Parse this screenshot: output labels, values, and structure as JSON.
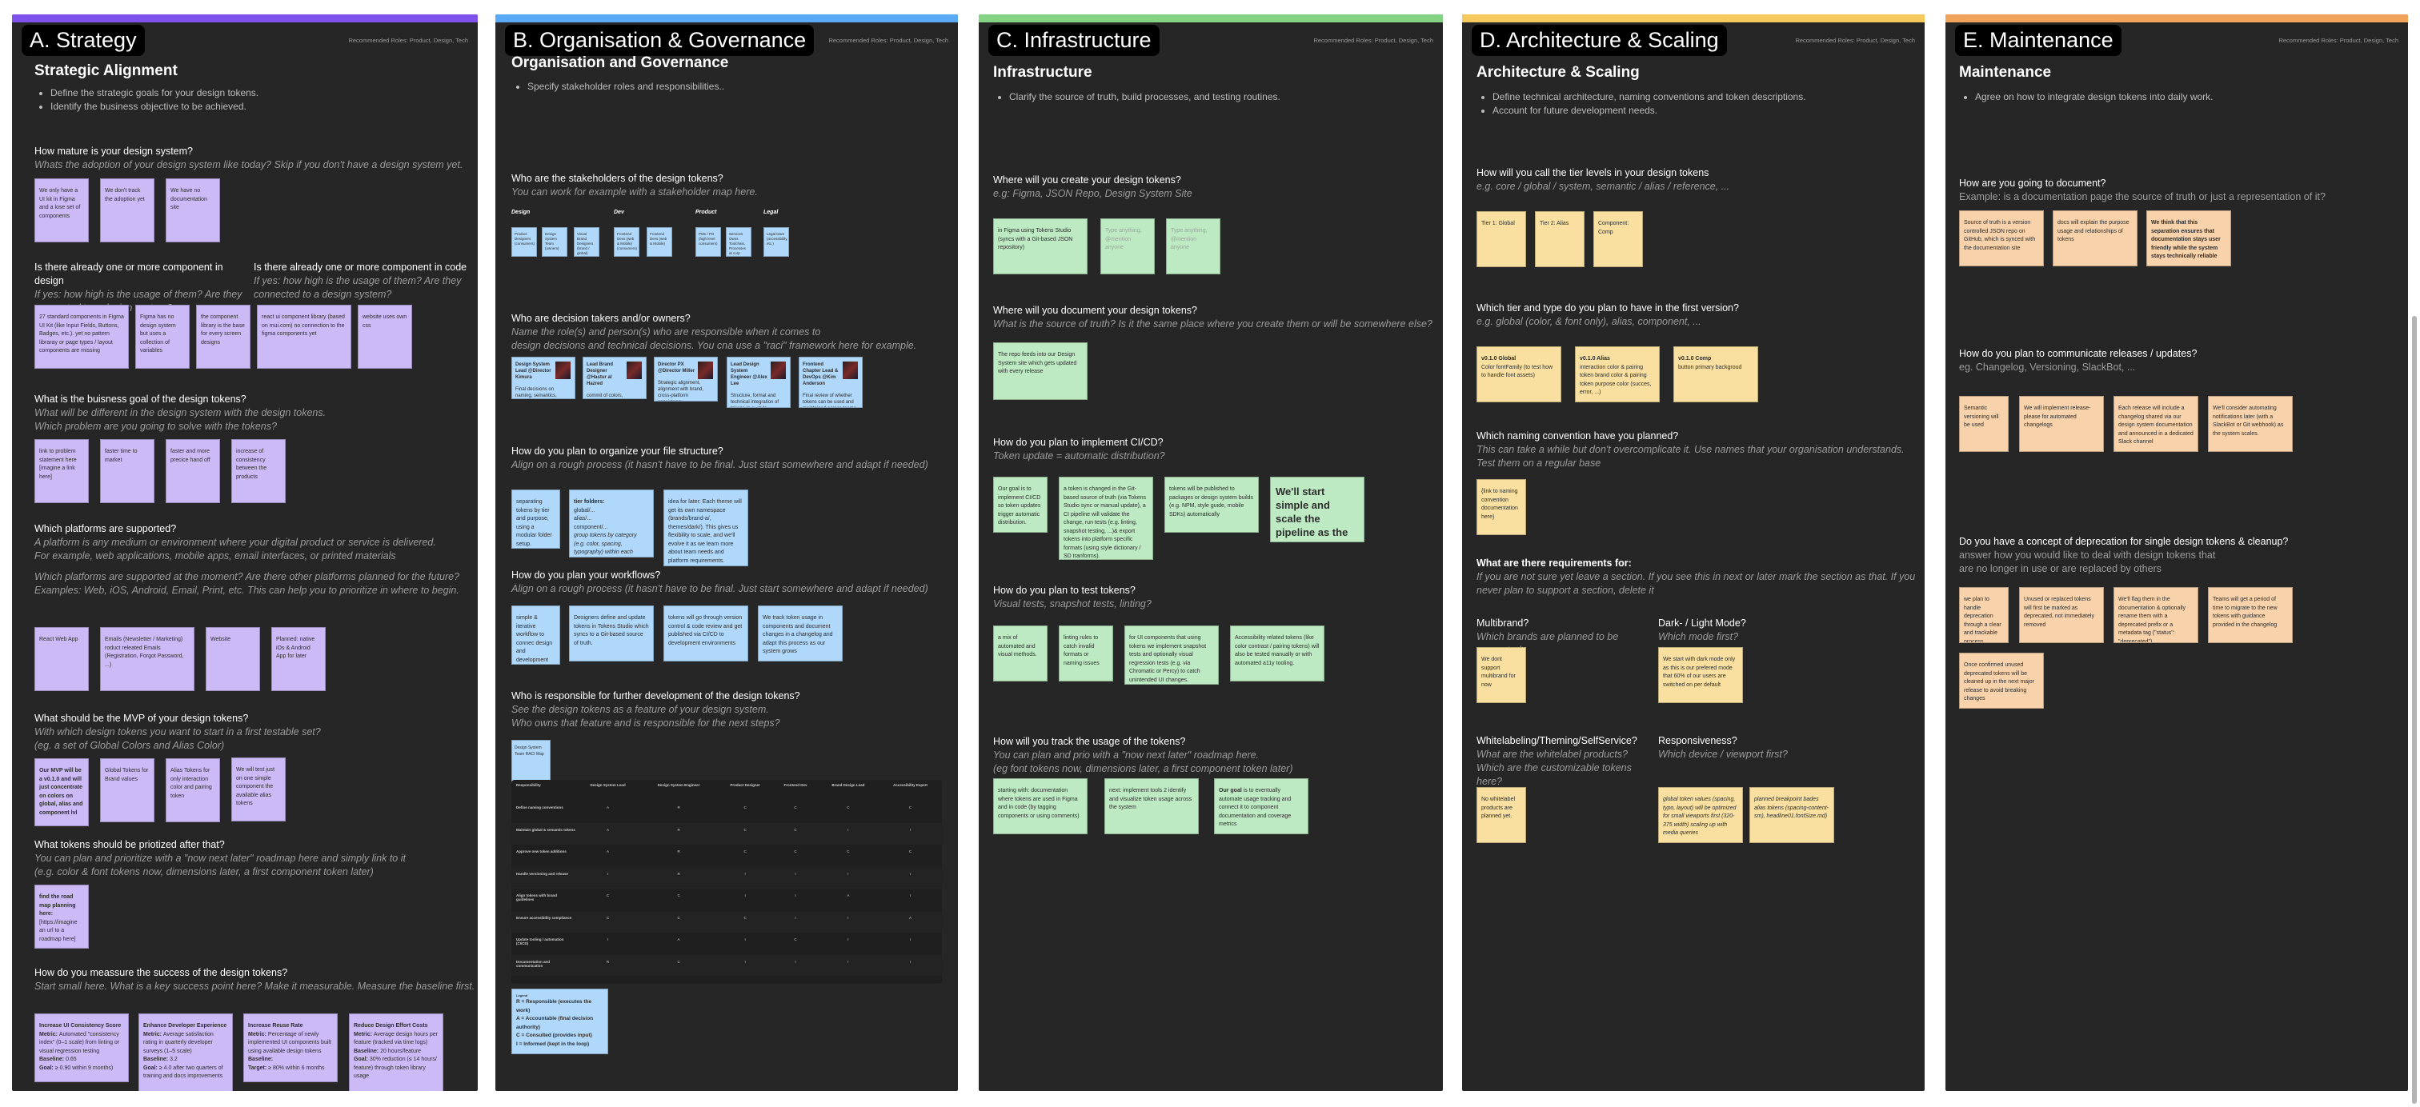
{
  "roles_label": "Recommended Roles: Product, Design, Tech",
  "colors": {
    "strategy": "#8052ec",
    "governance": "#5aaaf5",
    "infrastructure": "#84d384",
    "architecture": "#f5c95c",
    "maintenance": "#f2a35b",
    "column_bg": "#262626",
    "sticky_purple": "#ccbaf7",
    "sticky_blue": "#b0d8fb",
    "sticky_green": "#bdeac2",
    "sticky_yellow": "#f9e0a0",
    "sticky_orange": "#f7d2ab"
  },
  "strategy": {
    "tag": "A. Strategy",
    "title": "Strategic Alignment",
    "bullets": [
      "Define the strategic goals for your design tokens.",
      "Identify the business objective to be achieved."
    ],
    "q1": {
      "title": "How mature is your design system?",
      "sub": "Whats the adoption of your design system like today? Skip if you don't have a design system yet.",
      "notes": [
        "We only have a UI kit in Figma and a lose set of components",
        "We don't track the adoption yet",
        "We have no documentation site"
      ]
    },
    "q2": {
      "title": "Is there already one or more component in design",
      "sub": "If yes: how high is the usage of them? Are they connected to a design system?",
      "notes": [
        "27 standard components in Figma UI Kit (like Input Fields, Buttons, Badges, etc.). yet no pattern libraray or page types / layout components are missing",
        "Figma has no design system but uses a collection of variables",
        "the component library is the base for every screen designs"
      ]
    },
    "q3": {
      "title": "Is there already one or more component in code",
      "sub": "If yes: how high is the usage of them? Are they connected to a design system?",
      "notes": [
        "react ui component library (based on mui.com) no connection to the figma components yet",
        "website uses own css"
      ]
    },
    "q4": {
      "title": "What is the buisness goal of the design tokens?",
      "sub1": "What will be different in the design system with the design tokens.",
      "sub2": "Which problem are you going to solve with the tokens?",
      "notes": [
        "link to problem statement here [imagine a link here]",
        "faster time to market",
        "faster and more precice hand off",
        "increase of consistency between the products"
      ]
    },
    "q5": {
      "title": "Which platforms are supported?",
      "sub1": "A platform is any medium or environment where your digital product or service is delivered.",
      "sub2": "For example, web applications, mobile apps, email interfaces, or printed materials",
      "sub3": "Which platforms are supported at the moment? Are there other platforms planned for the future? Examples: Web, iOS, Android, Email, Print, etc. This can help you to prioritize in where to begin.",
      "notes": [
        "React Web App",
        "Emails (Newsletter / Marketing) roduct releated Emails (Registration, Forgot Password, ...)",
        "Website",
        "Planned: native iOs & Android App for later"
      ]
    },
    "q6": {
      "title": "What should be the MVP of your design tokens?",
      "sub1": "With which design tokens you want to start in a first testable set?",
      "sub2": "(eg. a set of Global Colors and Alias Color)",
      "notes": [
        "Our MVP will be a v0.1.0 and will just concentrate on colors on global, alias and component lvl",
        "Global Tokens for Brand values",
        "Alias Tokens for only interaction color and pairing token",
        "We will test just on one simple component the available alias tokens"
      ]
    },
    "q7": {
      "title": "What tokens should be priotized after that?",
      "sub1": "You can plan and prioritize with a \"now next later\" roadmap here and simply link to it",
      "sub2": "(e.g. color & font tokens now, dimensions later, a first component token later)",
      "note_bold": "find the road map planning here:",
      "note_rest": "[https://imagine an url to a roadmap here]"
    },
    "q8": {
      "title": "How do you meassure the success of the design tokens?",
      "sub": "Start small here. What is a key success point here? Make it measurable. Measure the baseline first.",
      "metrics": [
        {
          "title": "Increase UI Consistency Score",
          "metric": "Automated \"consistency index\" (0–1 scale) from linting or visual regression testing",
          "baseline": "0.65",
          "goal_label": "Goal:",
          "goal": "≥ 0.90 within 9 months)"
        },
        {
          "title": "Enhance Developer Experience",
          "metric": "Average satisfaction rating in quarterly developer surveys (1–5 scale)",
          "baseline": "3.2",
          "goal_label": "Goal:",
          "goal": "≥ 4.0 after two quarters of training and docs improvements"
        },
        {
          "title": "Increase Reuse Rate",
          "metric": "Percentage of newly implemented UI components built using available design tokens",
          "baseline": "",
          "goal_label": "Target:",
          "goal": "≥ 80% within 6 months"
        },
        {
          "title": "Reduce Design Effort Costs",
          "metric": "Average design hours per feature (tracked via time logs)",
          "baseline": "20 hours/feature",
          "goal_label": "Goal:",
          "goal": "30% reduction (≤ 14 hours/ feature) through token library usage"
        }
      ]
    }
  },
  "governance": {
    "tag": "B. Organisation & Governance",
    "title": "Organisation and Governance",
    "bullets": [
      "Specify stakeholder roles and responsibilities.."
    ],
    "q1": {
      "title": "Who are the stakeholders of the design tokens?",
      "sub": "You can work for example with a stakeholder map here.",
      "groups": [
        "Design",
        "Dev",
        "Product",
        "Legal"
      ],
      "notes": [
        "Product Designers (consumers)",
        "Design System Team (owners)",
        "Visual Brand Designers (brand / global)",
        "Frontend Devs (web & Mobile) (consumers)",
        "Frontend Devs (web & Mobile)",
        "PMs / PO (high level consumers)",
        "Services Owns Toolchain, Processes at corp level",
        "Legal team (accessibility, etc.)"
      ]
    },
    "q2": {
      "title": "Who are decision takers and/or owners?",
      "sub1": "Name the role(s) and person(s) who are responsible when it comes to",
      "sub2": "design decisions and technical decisions. You cna use a \"raci\" framework here for example.",
      "people": [
        {
          "role": "Design System Lead @Director Kimura",
          "desc": "Final decisions on naming, semantics, design principles"
        },
        {
          "role": "Lead Brand Designer @Hastur al Hazred",
          "desc": "commit of colors, typography, visual language at token level"
        },
        {
          "role": "Director PX @Director Miller",
          "desc": "Strategic alignment, alignment with brand, cross-platform consistency"
        },
        {
          "role": "Lead Design System Engineer @Alex Lee",
          "desc": "Structure, format and technical integration of tokens (e.g. style dictionary)"
        },
        {
          "role": "Frontend Chapter Lead & DevOps @Kim Anderson",
          "desc": "Final review of whether tokens can be used and maintained across teams"
        }
      ]
    },
    "q3": {
      "title": "How do you plan to organize your file structure?",
      "sub": "Align on a rough process (it hasn't have to be final. Just start somewhere and adapt if needed)",
      "notes": [
        "separating tokens by tier and purpose, using a modular folder setup."
      ],
      "tier_title": "tier folders:",
      "tier_lines": [
        "global/...",
        "alias/...",
        "component/..."
      ],
      "tier_italic": "group tokens by category (e.g. color, spacing, typography) within each",
      "later": "idea for later: Each theme will get its own namespace (brands/brand-a/, themes/dark/). This gives us flexibility to scale, and we'll evolve it as we learn more about team needs and platform requirements."
    },
    "q4": {
      "title": "How do you plan your workflows?",
      "sub": "Align on a rough process (it hasn't have to be final. Just start somewhere and adapt if needed)",
      "notes": [
        "simple & iterative workflow to connec design and development through versioned tokens",
        "Designers define and update tokens in Tokens Studio which syncs to a Git-based source of truth.",
        "tokens will go through version control & code review and get published via CI/CD to development environments",
        "We track token usage in components and document changes in a changelog and adapt this process as our system grows"
      ]
    },
    "q5": {
      "title": "Who is responsible for further development of the design tokens?",
      "sub1": "See the design tokens as a feature of your design system.",
      "sub2": "Who owns that feature and is responsible for the next steps?",
      "note": "Design System Team RACI Map"
    },
    "raci": {
      "headers": [
        "Responsibility",
        "Design System Lead",
        "Design System Engineer",
        "Product Designer",
        "Frontend Dev",
        "Brand Design Lead",
        "Accessibility Expert"
      ],
      "rows": [
        [
          "Define naming conventions",
          "A",
          "R",
          "C",
          "C",
          "C",
          "C"
        ],
        [
          "Maintain global & semantic tokens",
          "A",
          "R",
          "C",
          "C",
          "I",
          "I"
        ],
        [
          "Approve new token additions",
          "A",
          "R",
          "C",
          "C",
          "C",
          "C"
        ],
        [
          "Handle versioning and release",
          "I",
          "R",
          "I",
          "I",
          "I",
          "I"
        ],
        [
          "Align tokens with brand guidelines",
          "C",
          "C",
          "I",
          "I",
          "A",
          "I"
        ],
        [
          "Ensure accessibility compliance",
          "C",
          "C",
          "C",
          "I",
          "I",
          "A"
        ],
        [
          "Update tooling / automation (CI/CD)",
          "I",
          "A",
          "I",
          "C",
          "I",
          "I"
        ],
        [
          "Documentation and communication",
          "R",
          "C",
          "I",
          "I",
          "I",
          "I"
        ]
      ]
    },
    "legend": {
      "title": "Legend",
      "lines": [
        "R = Responsible (executes the work)",
        "A = Accountable (final decision authority)",
        "C = Consulted (provides input)",
        "I = Informed (kept in the loop)"
      ]
    }
  },
  "infrastructure": {
    "tag": "C. Infrastructure",
    "title": "Infrastructure",
    "bullets": [
      "Clarify the source of truth, build processes, and testing routines."
    ],
    "q1": {
      "title": "Where will you create your design tokens?",
      "sub": "e.g: Figma, JSON Repo, Design System Site",
      "notes": [
        "in Figma using Tokens Studio (syncs with a Git-based JSON repository)"
      ],
      "placeholder": "Type anything, @mention anyone"
    },
    "q2": {
      "title": "Where will you document your design tokens?",
      "sub": "What is the source of truth? Is it the same place where you create them or will be somewhere else?",
      "notes": [
        "The repo feeds into our Design System site which gets updated with every release"
      ]
    },
    "q3": {
      "title": "How do you plan to implement CI/CD?",
      "sub": "Token update = automatic distribution?",
      "notes": [
        "Our goal is to implement CI/CD so token updates trigger automatic distribution.",
        "a token is changed in the Git-based source of truth (via Tokens Studio sync or manual update), a CI pipeline will validate the change, run tests (e.g. linting, snapshot testing, ...)& export tokens into platform specific formats (using style dictionary / SD tranforms).",
        "tokens will be published to packages or design system builds (e.g. NPM, style guide, mobile SDKs) automatically",
        "We'll start simple and scale the pipeline as the system grows."
      ]
    },
    "q4": {
      "title": "How do you plan to test tokens?",
      "sub": "Visual tests, snapshot tests, linting?",
      "notes": [
        "a mix of automated and visual methods.",
        "linting rules to catch invalid formats or naming issues",
        "for UI components that using tokens we implement snapshot tests and optionally visual regression tests (e.g. via Chromatic or Percy) to catch unintended UI changes.",
        "Accessibility related tokens (like color contrast / pairing tokens) will also be tested manually or with automated a11y tooling."
      ]
    },
    "q5": {
      "title": "How will you track the usage of the tokens?",
      "sub1": "You can plan and prio with a \"now next later\" roadmap here.",
      "sub2": "(eg  font tokens now, dimensions  later, a first component token later)",
      "notes": [
        "starting with: documentation where tokens are used in Figma and in code (by tagging components or using comments)",
        "next: implement tools 2 identify and visualize token usage across the system"
      ],
      "goal_bold": "Our goal",
      "goal_rest": " is to eventually automate usage tracking and connect it to component documentation and coverage metrics"
    }
  },
  "architecture": {
    "tag": "D. Architecture & Scaling",
    "title": "Architecture &  Scaling",
    "bullets": [
      "Define technical architecture, naming conventions and token descriptions.",
      "Account for future development needs."
    ],
    "q1": {
      "title": "How will you call the tier levels in your design tokens",
      "sub": "e.g. core / global / system, semantic / alias / reference, ...",
      "notes": [
        "Tier 1: Global",
        "Tier 2: Alias",
        "Component: Comp"
      ]
    },
    "q2": {
      "title": "Which tier and type do you plan to have in the first version?",
      "sub": "e.g. global (color, & font only), alias, component, ...",
      "notes": [
        {
          "title": "v0.1.0 Global",
          "body": "Color fontFamily (to test how to handle font assets)"
        },
        {
          "title": "v0.1.0 Alias",
          "body": "interaction color & pairing token brand color & pairing token purpose color (succes, error, ...)"
        },
        {
          "title": "v0.1.0 Comp",
          "body": "button primary backgroud"
        }
      ]
    },
    "q3": {
      "title": "Which naming convention have you planned?",
      "sub1": "This can take a while but don't overcomplicate it. Use names that your organisation understands.",
      "sub2": "Test them on a regular base",
      "notes": [
        "{link to naming convention documentation here}"
      ]
    },
    "q4": {
      "title": "What are there requirements for:",
      "sub": "If you are not sure yet leave a section. If you see this in next or later mark the section as that. If you never plan to support a section, delete it"
    },
    "multibrand": {
      "title": "Multibrand?",
      "sub": "Which brands are planned to be supported",
      "note": "We dont support multibrand for now"
    },
    "mode": {
      "title": "Dark- / Light Mode?",
      "sub": "Which mode first?",
      "note": "We start with dark mode only as this is our prefered mode that 60% of our users are switched on per default"
    },
    "whitelabel": {
      "title": "Whitelabeling/Theming/SelfService?",
      "sub": "What are the whitelabel products? Which are the customizable tokens here?",
      "note": "No whitelabel products are planned yet."
    },
    "responsive": {
      "title": "Responsiveness?",
      "sub": "Which device / viewport first?",
      "notes": [
        "global token values (spacing, typo, layout) will be optimized for small viewports first (320-375 width) scaling up with media queries",
        "planned breakpoint bades alias tokens (spacing-content-sm), headline01.fontSize.md)"
      ]
    }
  },
  "maintenance": {
    "tag": "E. Maintenance",
    "title": "Maintenance",
    "bullets": [
      "Agree on how to integrate design tokens into daily work."
    ],
    "q1": {
      "title": "How are you going to document?",
      "sub": "Example: is a documentation page the source of truth or just a representation of it?",
      "notes": [
        "Source of truth is a version controlled JSON repo on GitHub, which is synced with the documentation site",
        "docs will explain the purpose usage and relationships of tokens",
        "We think that this separation ensures that documentation stays user friendly while the system stays technically reliable"
      ]
    },
    "q2": {
      "title": "How do you  plan to communicate releases / updates?",
      "sub": "eg. Changelog, Versioning, SlackBot, ...",
      "notes": [
        "Semantic versioning will be used",
        "We will implement release-please for automated changelogs",
        "Each release will include a changelog shared via our design system documentation and announced in a dedicated Slack channel",
        "We'll consider automating notifications later (with a SlackBot or Git webhook) as the system scales."
      ]
    },
    "q3": {
      "title": "Do you have a concept of deprecation for single design tokens & cleanup?",
      "sub1": "answer how you would like to deal with design tokens that",
      "sub2": "are no longer in use or are replaced by others",
      "notes": [
        "we plan to handle deprecation through a clear and trackable process",
        "Unused or replaced tokens will first be marked as deprecated, not immediately removed",
        "We'll flag them in the documentation & optionally rename them with a deprecated prefix or a metadata tag (\"status\": \"deprecated\").",
        "Teams will get a period of time to migrate to the new tokens with guidance provided in the changelog",
        "Once confirmed unused deprecated tokens will be cleaned up in the next major release to avoid breaking changes"
      ]
    }
  }
}
